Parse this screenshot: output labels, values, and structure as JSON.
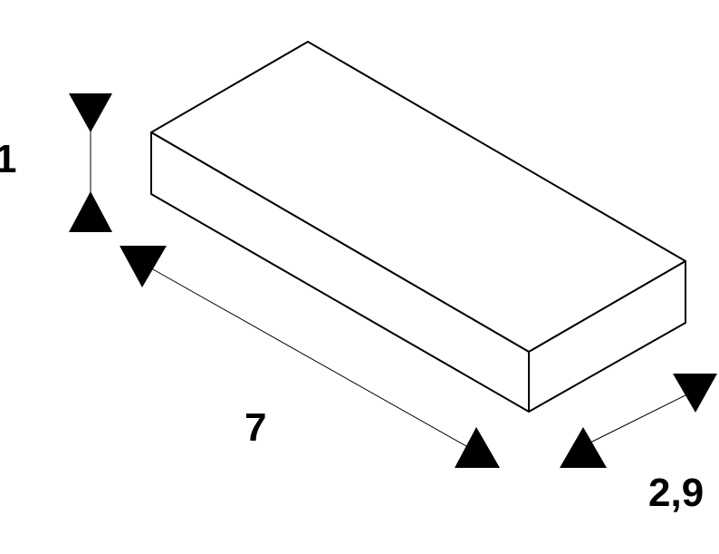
{
  "dimensions": {
    "height": "1",
    "length": "7",
    "width": "2,9"
  },
  "colors": {
    "stroke": "#000000",
    "background": "#ffffff"
  }
}
